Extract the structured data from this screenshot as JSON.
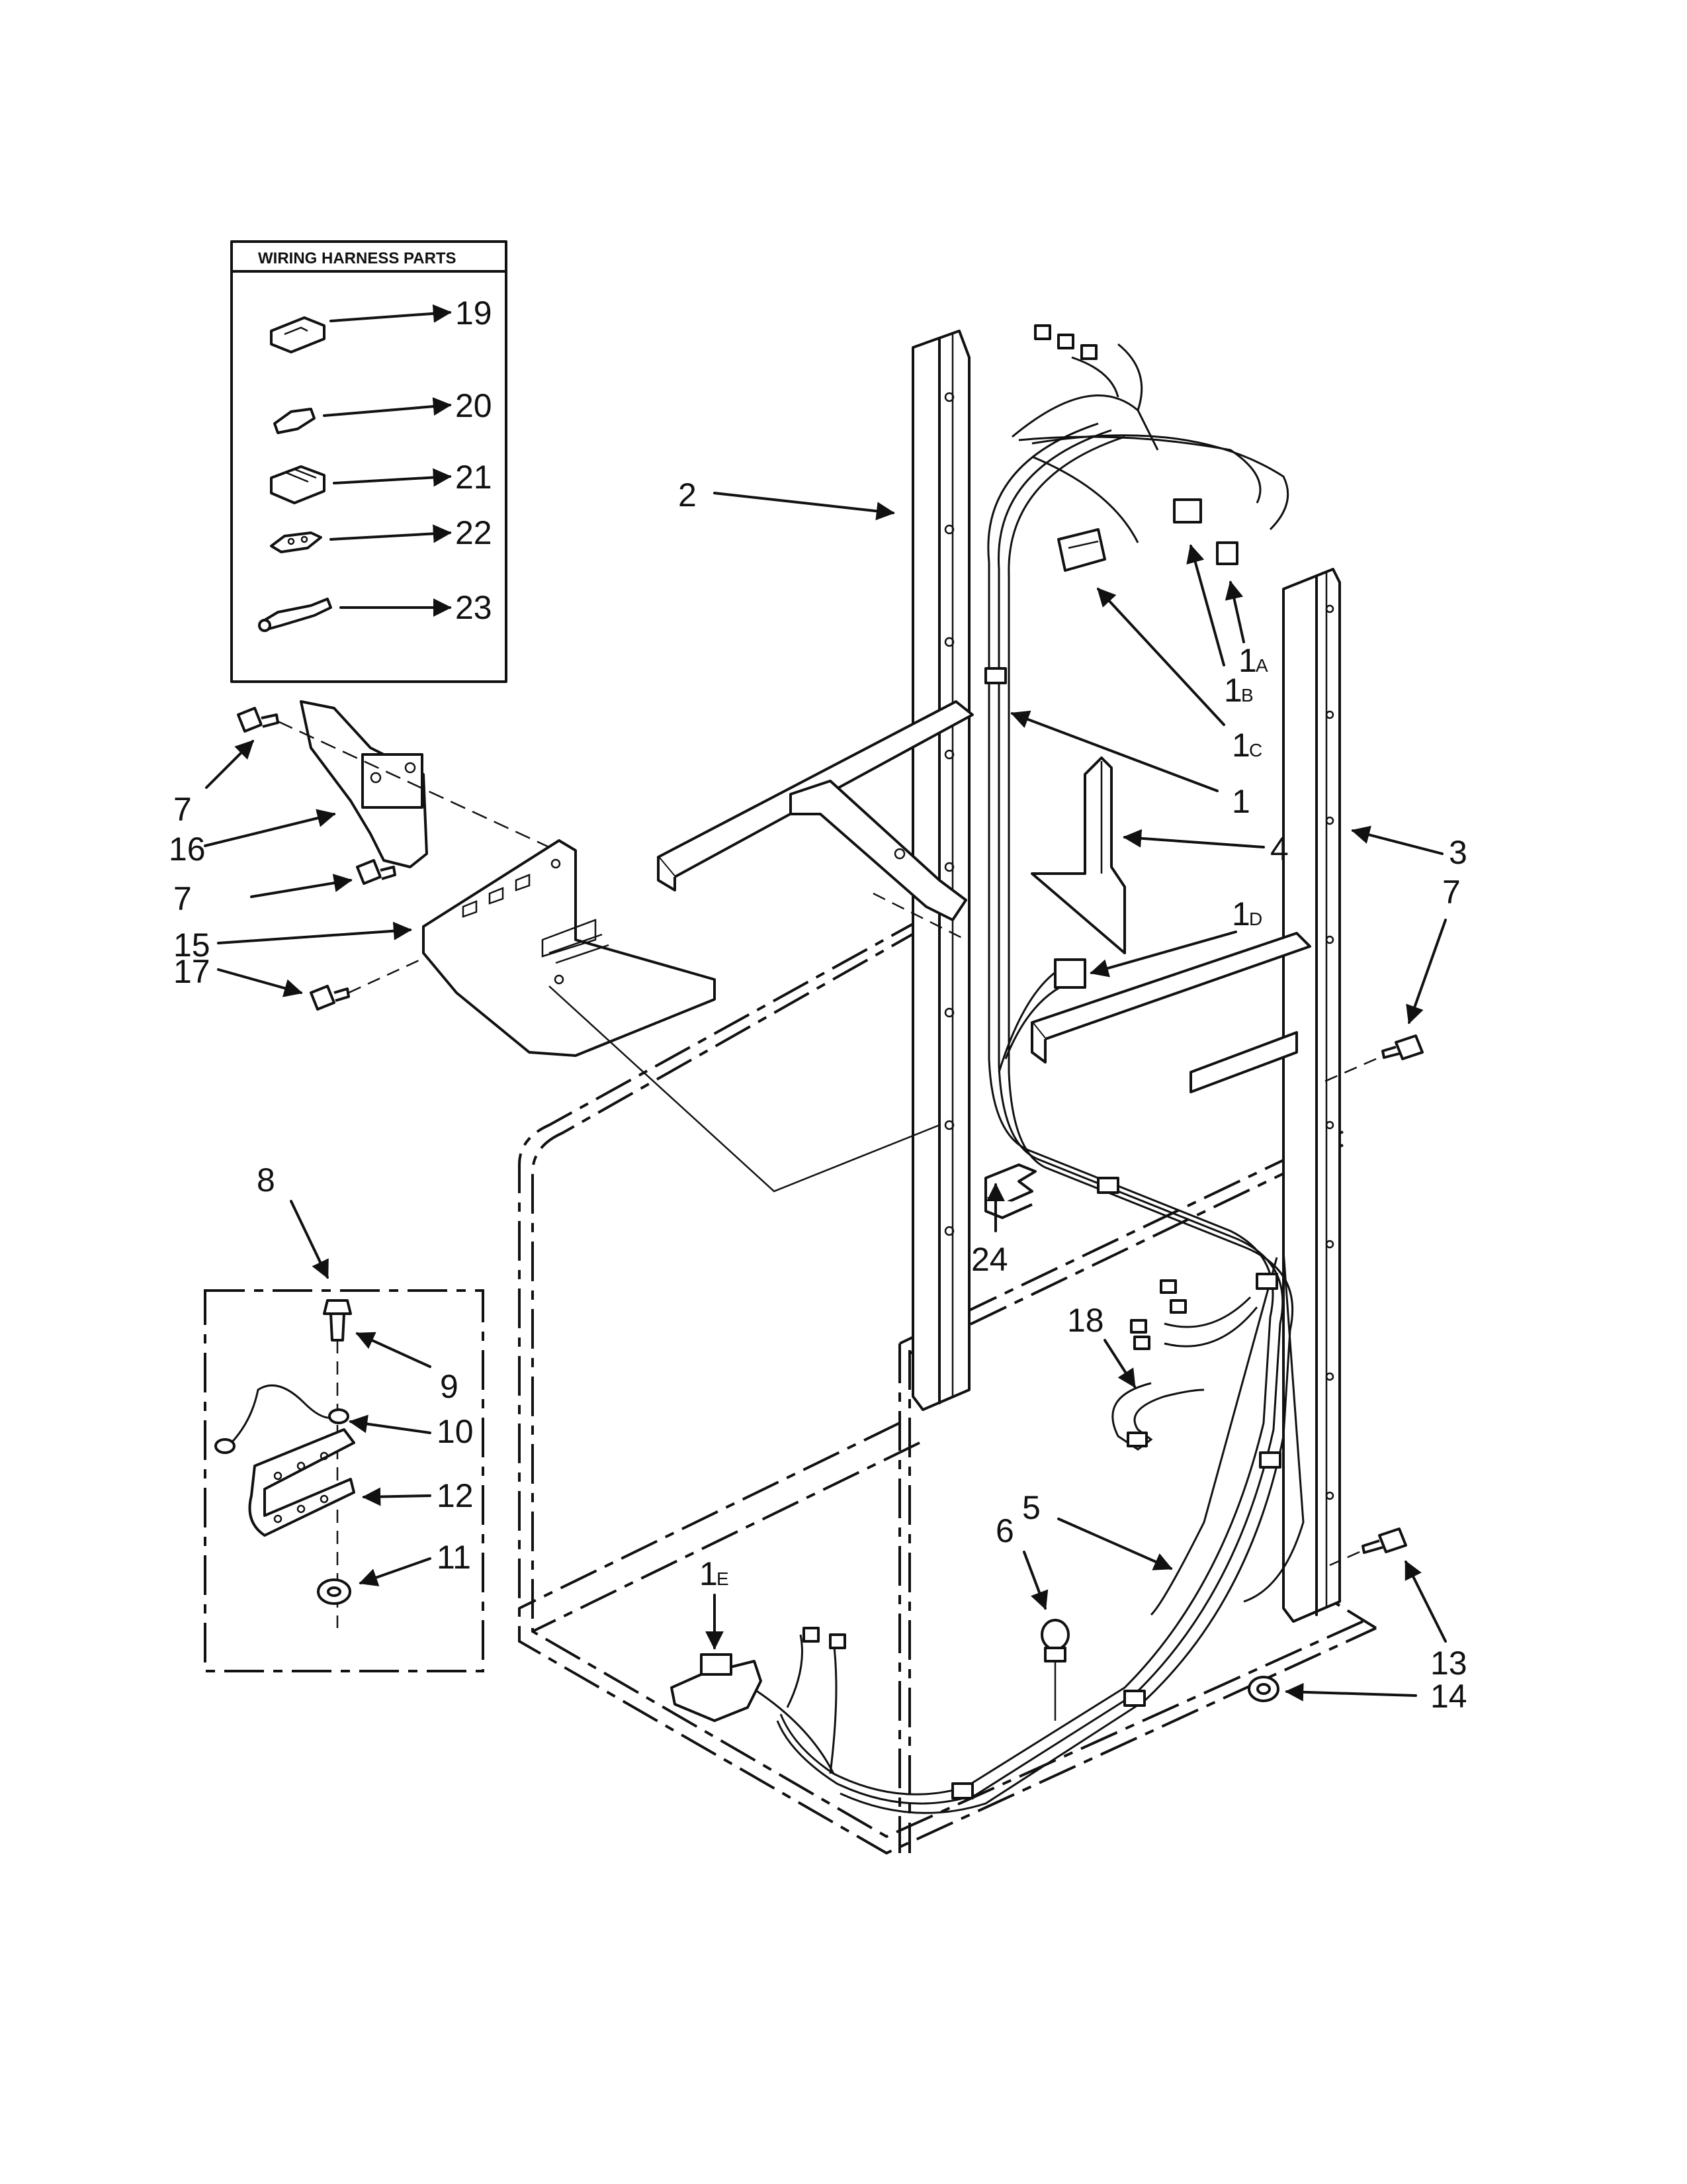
{
  "inset": {
    "title": "WIRING HARNESS PARTS"
  },
  "labels": {
    "l2": "2",
    "l3": "3",
    "l4": "4",
    "l5": "5",
    "l6": "6",
    "l7a": "7",
    "l7b": "7",
    "l7c": "7",
    "l8": "8",
    "l9": "9",
    "l10": "10",
    "l11": "11",
    "l12": "12",
    "l13": "13",
    "l14": "14",
    "l15": "15",
    "l16": "16",
    "l17": "17",
    "l18": "18",
    "l19": "19",
    "l20": "20",
    "l21": "21",
    "l22": "22",
    "l23": "23",
    "l24": "24",
    "l1": "1",
    "l1a": {
      "num": "1",
      "sub": "A"
    },
    "l1b": {
      "num": "1",
      "sub": "B"
    },
    "l1c": {
      "num": "1",
      "sub": "C"
    },
    "l1d": {
      "num": "1",
      "sub": "D"
    },
    "l1e": {
      "num": "1",
      "sub": "E"
    }
  }
}
